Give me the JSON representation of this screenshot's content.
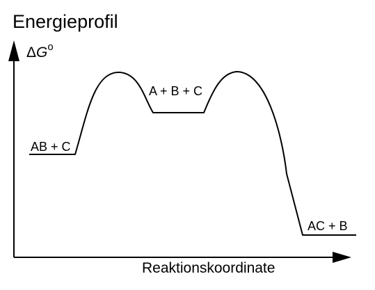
{
  "title": "Energieprofil",
  "y_axis": {
    "symbol_prefix": "Δ",
    "symbol_main": "G",
    "symbol_superscript": "o"
  },
  "x_axis": {
    "label": "Reaktionskoordinate"
  },
  "states": {
    "reactants": "AB + C",
    "intermediate": "A + B + C",
    "products": "AC + B"
  },
  "colors": {
    "line": "#000000",
    "background": "#ffffff"
  }
}
